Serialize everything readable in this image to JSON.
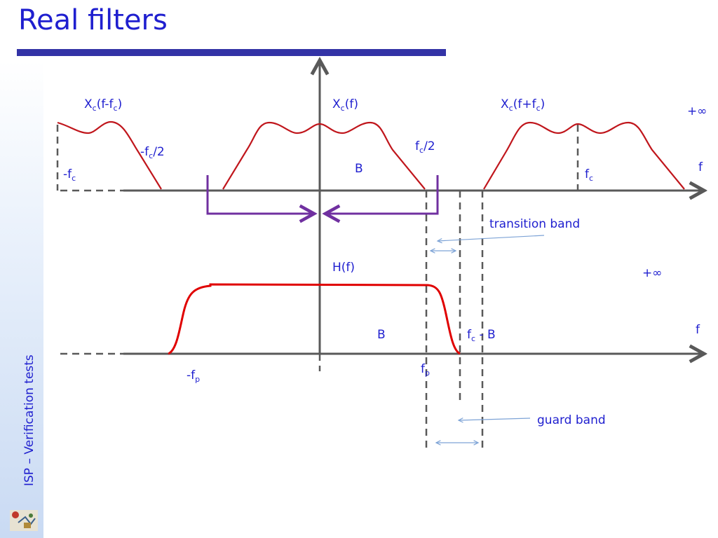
{
  "slide": {
    "title": "Real filters",
    "sidebar_text": "ISP – Verification tests"
  },
  "colors": {
    "title": "#1f1fcf",
    "title_bar": "#3333a6",
    "spectrum_curve": "#c0161c",
    "filter_curve": "#e00000",
    "bracket": "#7030a0",
    "axis": "#595959",
    "annotation_arrow": "#7da3d6"
  },
  "top_plot": {
    "labels": {
      "xc_shift_minus": {
        "main": "X",
        "sub": "c",
        "rest1": "(f-f",
        "sub2": "c",
        "rest2": ")"
      },
      "xc_center": {
        "main": "X",
        "sub": "c",
        "rest1": "(f)"
      },
      "xc_shift_plus": {
        "main": "X",
        "sub": "c",
        "rest1": "(f+f",
        "sub2": "c",
        "rest2": ")"
      },
      "infinity": "+∞",
      "minus_fc_half": {
        "pre": "-f",
        "sub": "c",
        "post": "/2"
      },
      "fc_half": {
        "pre": "f",
        "sub": "c",
        "post": "/2"
      },
      "minus_fc": {
        "pre": "-f",
        "sub": "c"
      },
      "bandwidth": "B",
      "fc": {
        "pre": "f",
        "sub": "c"
      },
      "freq_axis": "f",
      "transition_band": "transition band"
    }
  },
  "bottom_plot": {
    "labels": {
      "response": "H(f)",
      "infinity": "+∞",
      "bandwidth": "B",
      "fc_minus_b": {
        "pre": "f",
        "sub": "c",
        "post": " - B"
      },
      "freq_axis": "f",
      "minus_fp": {
        "pre": "-f",
        "sub": "p"
      },
      "fp": {
        "pre": "f",
        "sub": "p"
      },
      "guard_band": "guard band"
    }
  }
}
